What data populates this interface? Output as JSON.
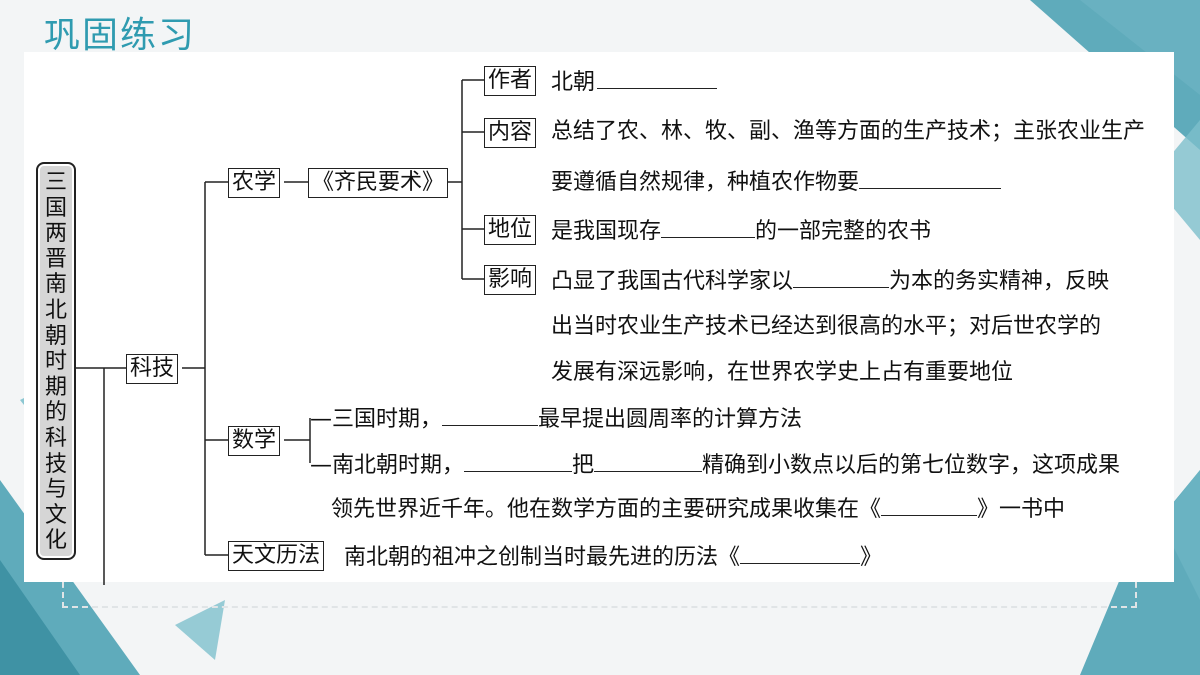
{
  "title": "巩固练习",
  "root": "三国两晋南北朝时期的科技与文化",
  "branch": "科技",
  "agri": {
    "label": "农学",
    "book": "《齐民要术》",
    "author_tag": "作者",
    "author_text": "北朝",
    "content_tag": "内容",
    "content_line1": "总结了农、林、牧、副、渔等方面的生产技术；主张农业生产",
    "content_line2": "要遵循自然规律，种植农作物要",
    "status_tag": "地位",
    "status_pre": "是我国现存",
    "status_post": "的一部完整的农书",
    "impact_tag": "影响",
    "impact_pre": "凸显了我国古代科学家以",
    "impact_post": "为本的务实精神，反映",
    "impact_line2": "出当时农业生产技术已经达到很高的水平；对后世农学的",
    "impact_line3": "发展有深远影响，在世界农学史上占有重要地位"
  },
  "math": {
    "label": "数学",
    "l1_pre": "—三国时期，",
    "l1_post": "最早提出圆周率的计算方法",
    "l2_pre": "—南北朝时期，",
    "l2_mid": "把",
    "l2_post": "精确到小数点以后的第七位数字，这项成果",
    "l3_pre": "领先世界近千年。他在数学方面的主要研究成果收集在《",
    "l3_post": "》一书中"
  },
  "astro": {
    "label": "天文历法",
    "pre": "南北朝的祖冲之创制当时最先进的历法《",
    "post": "》"
  },
  "colors": {
    "accent": "#2f9bb0",
    "deco": "#5aa9b8"
  }
}
